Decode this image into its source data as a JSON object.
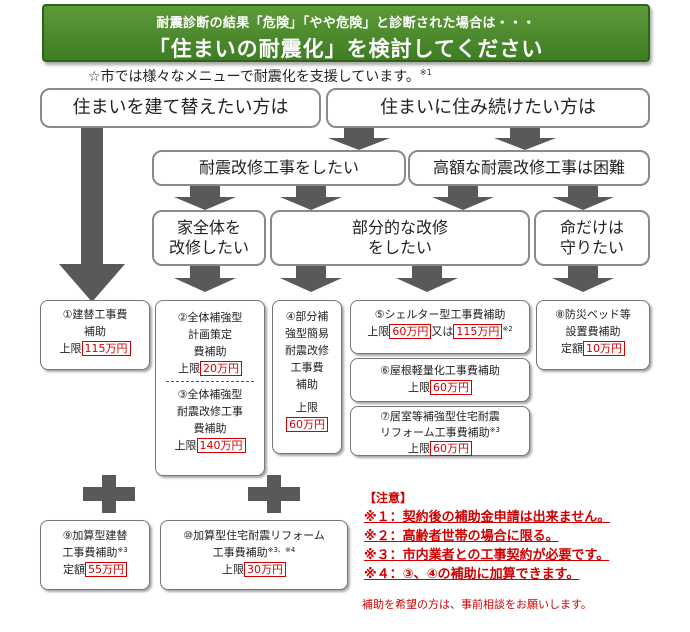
{
  "banner": {
    "line1": "耐震診断の結果「危険」「やや危険」と診断された場合は・・・",
    "line2": "「住まいの耐震化」を検討してください"
  },
  "intro": {
    "text": "☆市では様々なメニューで耐震化を支援しています。",
    "mark": "※1"
  },
  "choices": {
    "rebuild": "住まいを建て替えたい方は",
    "keep": "住まいに住み続けたい方は"
  },
  "paths": {
    "retrofit": "耐震改修工事をしたい",
    "costly": "高額な耐震改修工事は困難"
  },
  "scopes": {
    "whole_1": "家全体を",
    "whole_2": "改修したい",
    "partial_1": "部分的な改修",
    "partial_2": "をしたい",
    "life_1": "命だけは",
    "life_2": "守りたい"
  },
  "subsidies": {
    "s1": {
      "t1": "①建替工事費",
      "t2": "補助",
      "lim": "上限",
      "amt": "115万円"
    },
    "s2": {
      "t1": "②全体補強型",
      "t2": "計画策定",
      "t3": "費補助",
      "lim": "上限",
      "amt": "20万円"
    },
    "s3": {
      "t1": "③全体補強型",
      "t2": "耐震改修工事",
      "t3": "費補助",
      "lim": "上限",
      "amt": "140万円"
    },
    "s4": {
      "t1": "④部分補",
      "t2": "強型簡易",
      "t3": "耐震改修",
      "t4": "工事費",
      "t5": "補助",
      "lim": "上限",
      "amt": "60万円"
    },
    "s5": {
      "t1": "⑤シェルター型工事費補助",
      "lim": "上限",
      "amt1": "60万円",
      "or": "又は",
      "amt2": "115万円",
      "mark": "※2"
    },
    "s6": {
      "t1": "⑥屋根軽量化工事費補助",
      "lim": "上限",
      "amt": "60万円"
    },
    "s7": {
      "t1": "⑦居室等補強型住宅耐震",
      "t2": "リフォーム工事費補助",
      "mark": "※3",
      "lim": "上限",
      "amt": "60万円"
    },
    "s8": {
      "t1": "⑧防災ベッド等",
      "t2": "設置費補助",
      "lim": "定額",
      "amt": "10万円"
    },
    "s9": {
      "t1": "⑨加算型建替",
      "t2": "工事費補助",
      "mark": "※3",
      "lim": "定額",
      "amt": "55万円"
    },
    "s10": {
      "t1": "⑩加算型住宅耐震リフォーム",
      "t2": "工事費補助",
      "mark": "※3、※4",
      "lim": "上限",
      "amt": "30万円"
    }
  },
  "notes": {
    "title": "【注意】",
    "n1": "※１：契約後の補助金申請は出来ません。",
    "n2": "※２：高齢者世帯の場合に限る。",
    "n3": "※３：市内業者との工事契約が必要です。",
    "n4": "※４：③、④の補助に加算できます。",
    "footer": "補助を希望の方は、事前相談をお願いします。"
  },
  "colors": {
    "banner": "#4a8a2c",
    "arrow": "#555555",
    "accent": "#d00000"
  }
}
